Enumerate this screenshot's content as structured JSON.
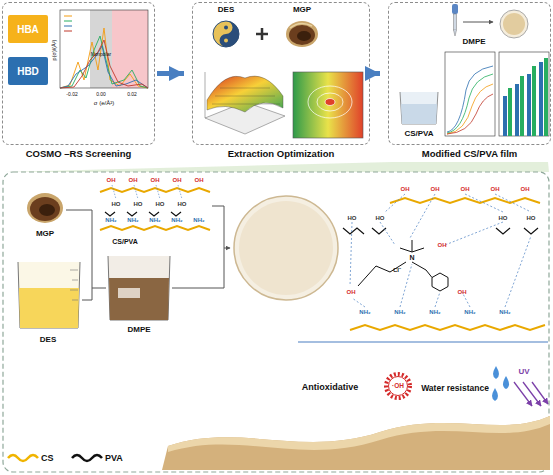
{
  "diagram": {
    "nodes": [
      {
        "text": [
          "COSMO –RS Screening"
        ]
      },
      {
        "text": [
          "HBA"
        ],
        "in": 0
      },
      {
        "text": [
          "HBD"
        ],
        "in": 0
      },
      {
        "text": [
          "Extraction Optimization"
        ]
      },
      {
        "text": [
          "Modified CS/PVA film"
        ]
      }
    ],
    "edges": [
      {
        "from": 0,
        "to": 3,
        "arrow": "to"
      },
      {
        "from": 3,
        "to": 4,
        "arrow": "to"
      }
    ],
    "labels": [
      "p(σ)/(Å²)",
      "σ (e/Å²)",
      "-0.02",
      "0.00",
      "0.02",
      "Nonpolar",
      "DES",
      "MGP",
      "DMPE",
      "CS/PVA",
      "MGP",
      "DES",
      "DMPE",
      "CS/PVA",
      "OH",
      "OH",
      "OH",
      "OH",
      "OH",
      "HO",
      "HO",
      "HO",
      "HO",
      "NH₂",
      "NH₂",
      "NH₂",
      "NH₂",
      "NH₂",
      "OH",
      "OH",
      "OH",
      "OH",
      "OH",
      "HO",
      "HO",
      "HO",
      "HO",
      "N",
      "Cl⁻",
      "OH",
      "OH",
      "OH",
      "NH₂",
      "NH₂",
      "NH₂",
      "NH₂",
      "NH₂",
      "Antioxidative",
      "·OH",
      "Water resistance",
      "UV"
    ],
    "legend": [
      {
        "text": "CS"
      },
      {
        "text": "PVA"
      }
    ]
  }
}
